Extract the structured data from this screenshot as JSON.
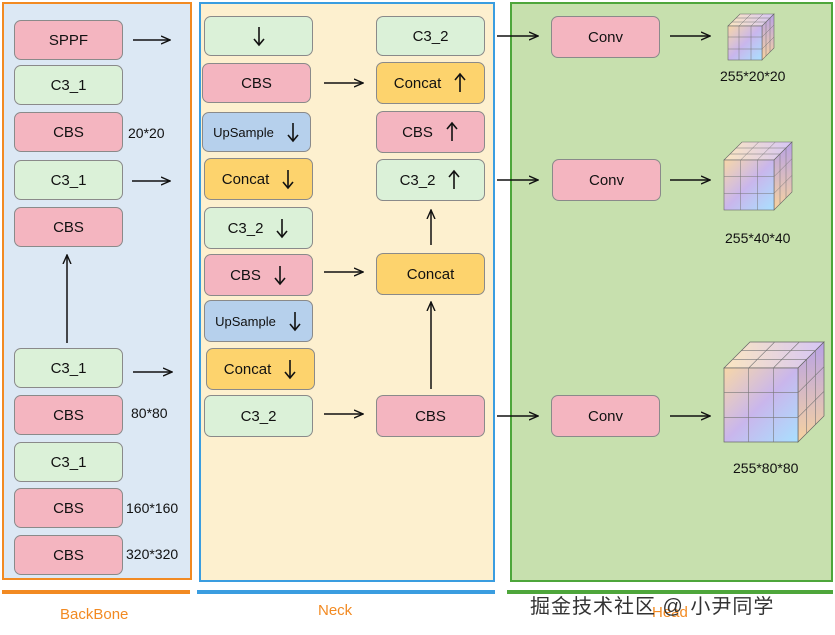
{
  "backbone": {
    "label": "BackBone",
    "blocks": [
      "SPPF",
      "C3_1",
      "CBS",
      "C3_1",
      "CBS",
      "C3_1",
      "CBS",
      "C3_1",
      "CBS",
      "CBS"
    ],
    "sizes": [
      "20*20",
      "80*80",
      "160*160",
      "320*320"
    ]
  },
  "neck": {
    "label": "Neck",
    "left": [
      "CBS",
      "UpSample",
      "Concat",
      "C3_2",
      "CBS",
      "UpSample",
      "Concat",
      "C3_2"
    ],
    "right": [
      "C3_2",
      "Concat",
      "CBS",
      "C3_2",
      "Concat",
      "CBS"
    ]
  },
  "head": {
    "label": "Head",
    "convs": [
      "Conv",
      "Conv",
      "Conv"
    ],
    "outputs": [
      "255*20*20",
      "255*40*40",
      "255*80*80"
    ]
  },
  "watermark": "掘金技术社区 @ 小尹同学",
  "colors": {
    "backbone_border": "#f28a22",
    "neck_border": "#3a9de0",
    "head_border": "#4ea63b",
    "cbs": "#f4b5c0",
    "c3": "#dbf1d8",
    "upsample": "#b6d0ec",
    "concat": "#fdd36d"
  }
}
